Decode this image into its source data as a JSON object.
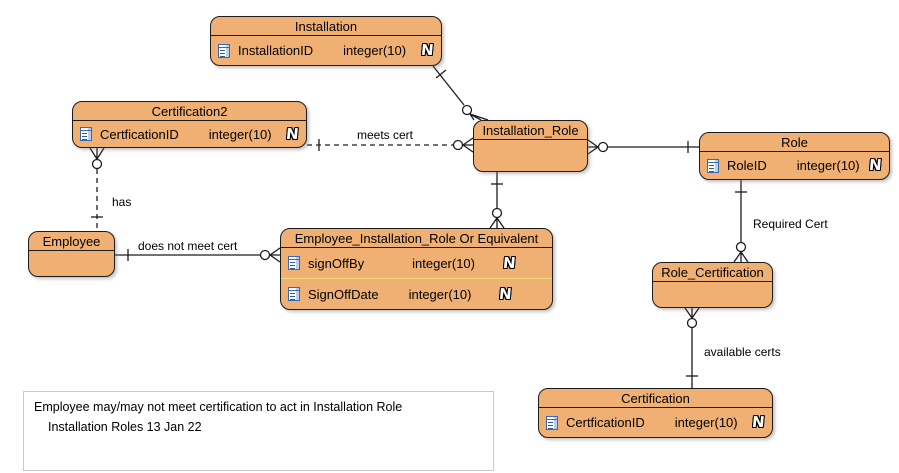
{
  "diagram": {
    "entities": [
      {
        "title": "Installation",
        "rows": [
          {
            "name": "InstallationID",
            "type": "integer(10)",
            "nullable": "N"
          }
        ]
      },
      {
        "title": "Certification2",
        "rows": [
          {
            "name": "CertficationID",
            "type": "integer(10)",
            "nullable": "N"
          }
        ]
      },
      {
        "title": "Installation_Role",
        "rows": []
      },
      {
        "title": "Role",
        "rows": [
          {
            "name": "RoleID",
            "type": "integer(10)",
            "nullable": "N"
          }
        ]
      },
      {
        "title": "Employee",
        "rows": []
      },
      {
        "title": "Employee_Installation_Role Or Equivalent",
        "rows": [
          {
            "name": "signOffBy",
            "type": "integer(10)",
            "nullable": "N"
          },
          {
            "name": "SignOffDate",
            "type": "integer(10)",
            "nullable": "N"
          }
        ]
      },
      {
        "title": "Role_Certification",
        "rows": []
      },
      {
        "title": "Certification",
        "rows": [
          {
            "name": "CertficationID",
            "type": "integer(10)",
            "nullable": "N"
          }
        ]
      }
    ],
    "labels": {
      "meets_cert": "meets cert",
      "has": "has",
      "does_not_meet_cert": "does not meet cert",
      "required_cert": "Required Cert",
      "available_certs": "available certs"
    },
    "note": {
      "line1": "Employee may/may not meet certification to act in Installation Role",
      "line2": "Installation Roles  13 Jan 22"
    },
    "colors": {
      "entity_fill": "#F0B073",
      "entity_border": "#1c1c1c",
      "row_separator": "#F0DC82",
      "note_border": "#c9c9c9",
      "line_color": "#1c1c1c"
    }
  }
}
